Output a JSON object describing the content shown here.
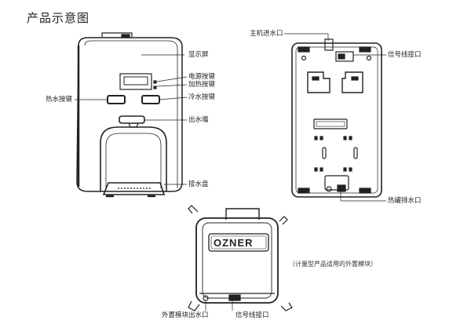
{
  "title": "产品示意图",
  "front_labels": {
    "display": "显示屏",
    "power_key": "电源按键",
    "heat_key": "加热按键",
    "hot_key": "热水按键",
    "cold_key": "冷水按键",
    "spout": "出水嘴",
    "tray": "接水盘"
  },
  "back_labels": {
    "inlet": "主机进水口",
    "signal": "信号线接口",
    "drain": "热罐排水口"
  },
  "module": {
    "logo": "OZNER",
    "note": "（计量型产品适用的外置模块）",
    "outlet": "外置模块出水口",
    "signal": "信号线接口"
  }
}
